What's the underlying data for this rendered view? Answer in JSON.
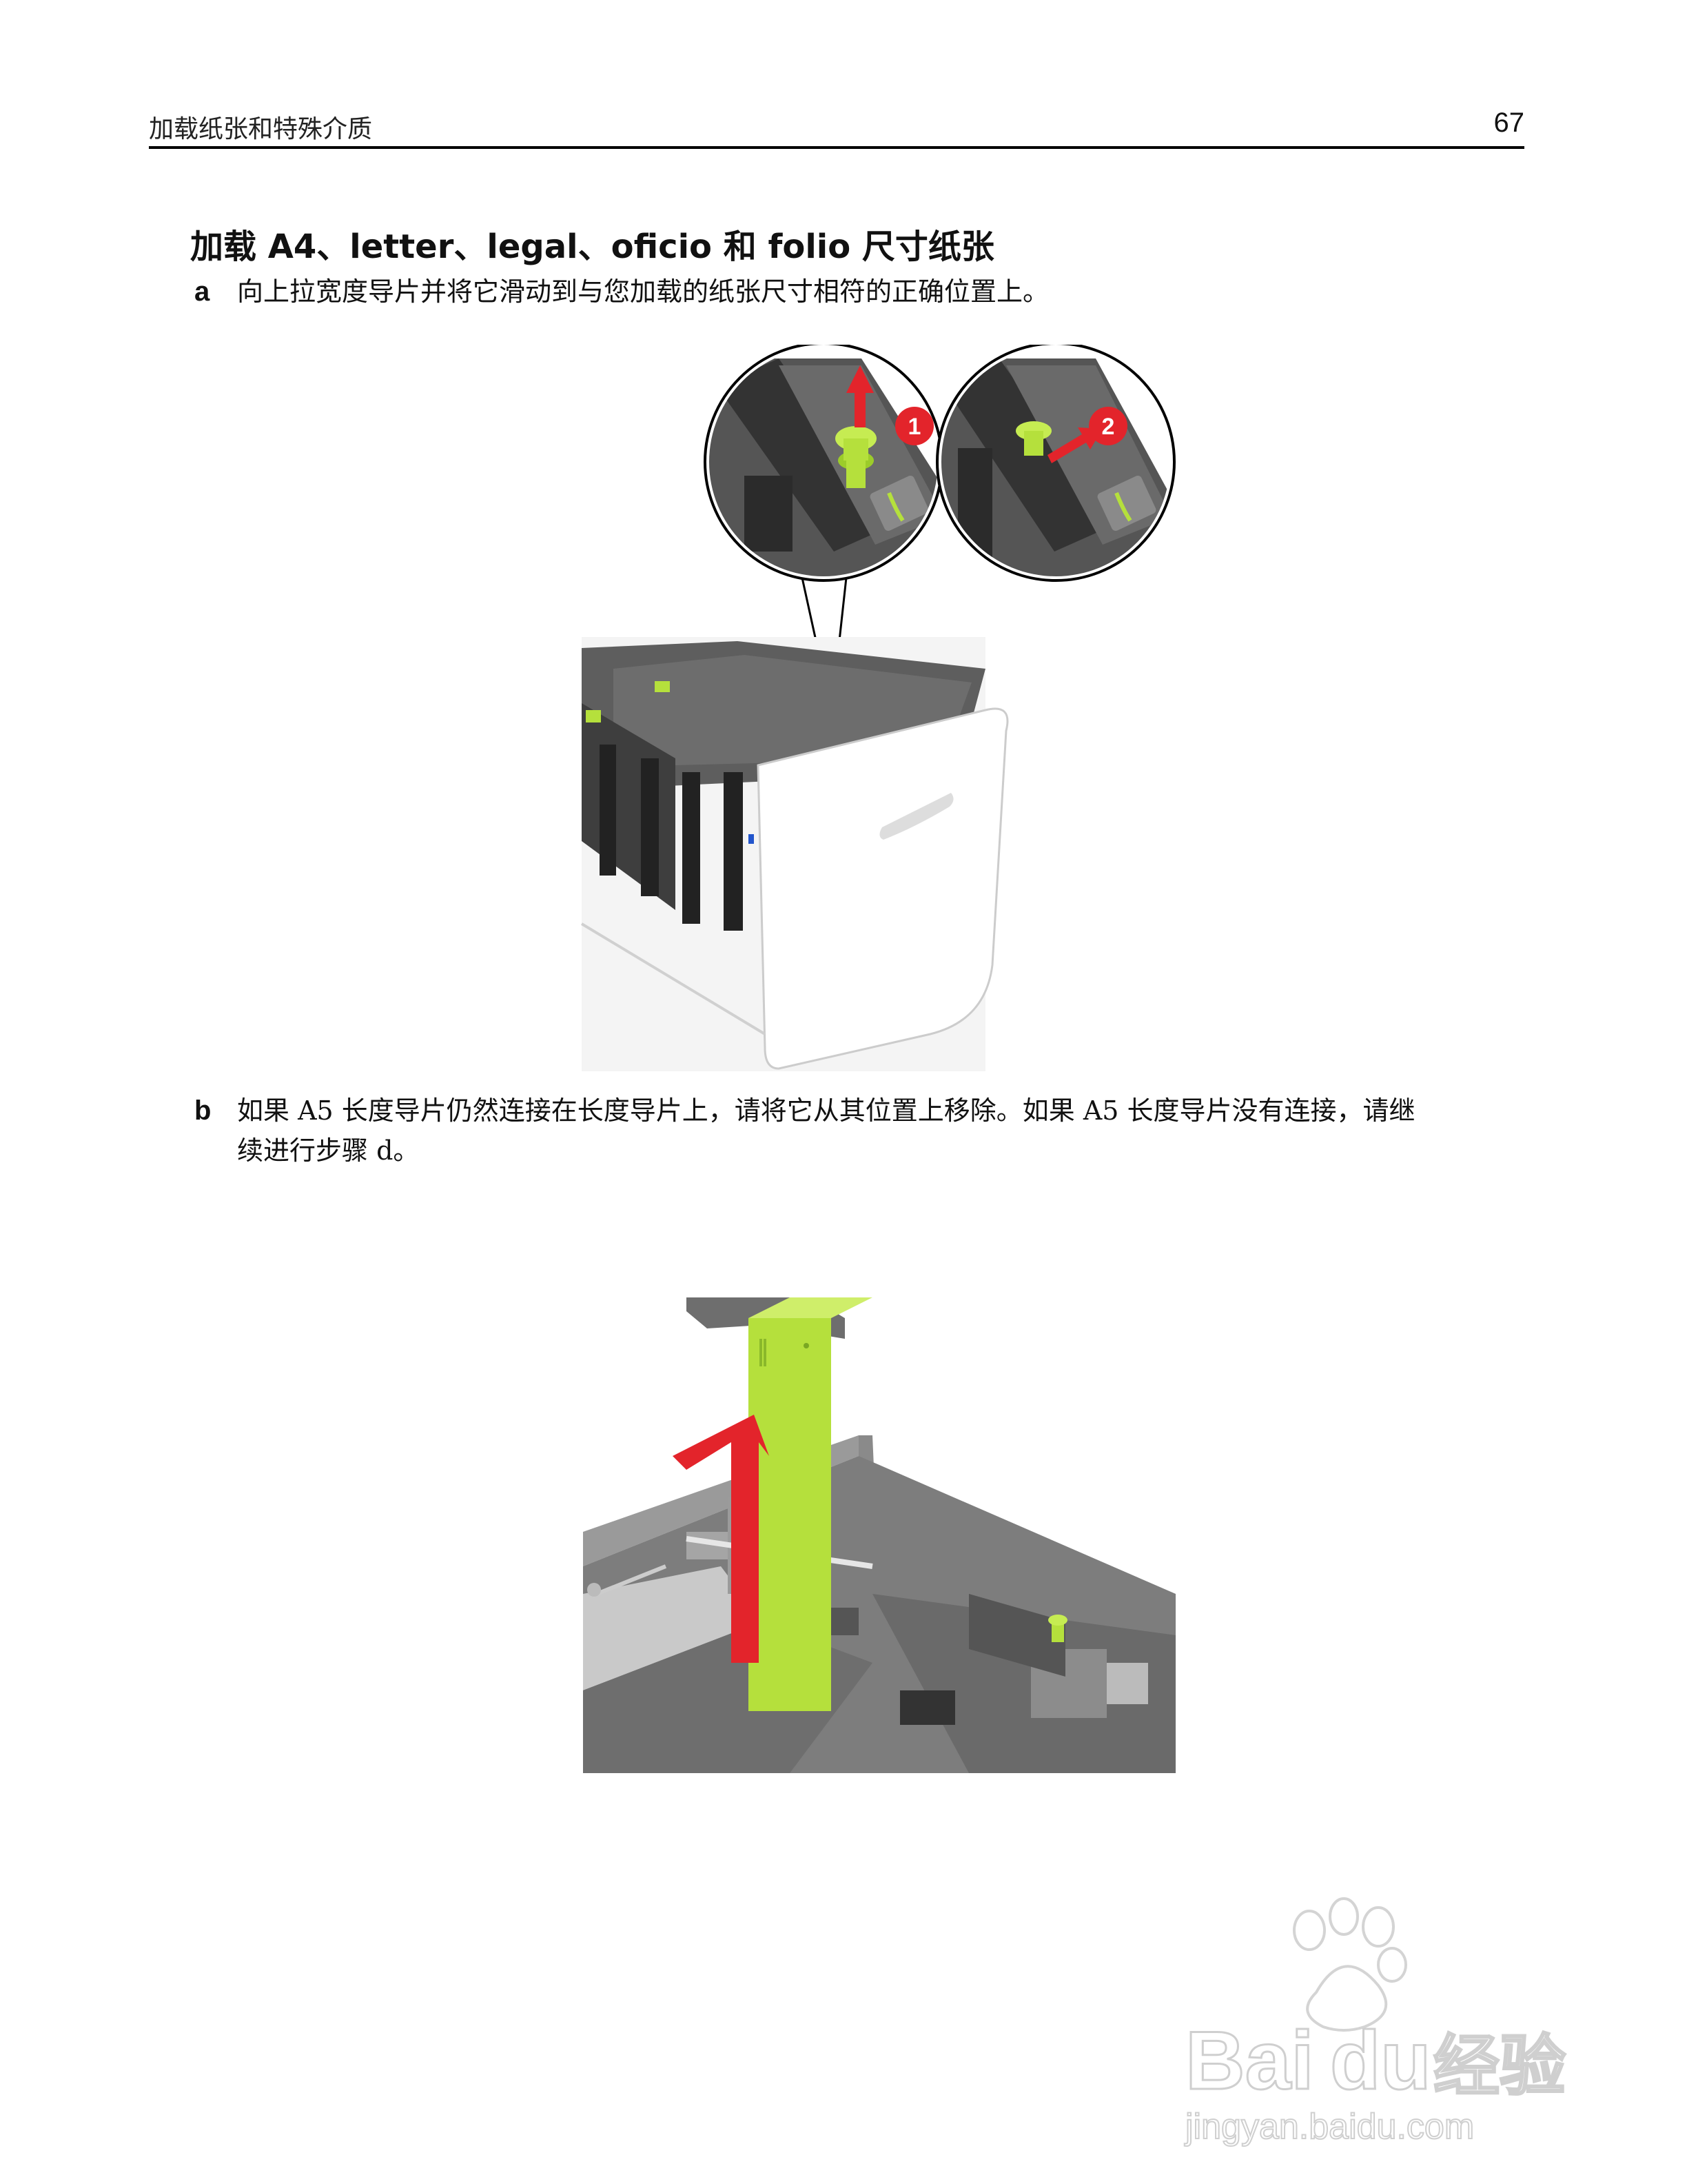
{
  "header": {
    "chapter": "加载纸张和特殊介质",
    "page_number": "67"
  },
  "section": {
    "title": "加载 A4、letter、legal、oficio 和 folio 尺寸纸张"
  },
  "steps": [
    {
      "marker": "a",
      "text": "向上拉宽度导片并将它滑动到与您加载的纸张尺寸相符的正确位置上。"
    },
    {
      "marker": "b",
      "line1": "如果 A5 长度导片仍然连接在长度导片上，请将它从其位置上移除。如果 A5 长度导片没有连接，请继",
      "line2": "续进行步骤 d。"
    }
  ],
  "figure_a": {
    "callouts": [
      "1",
      "2"
    ]
  },
  "watermark": {
    "brand": "Bai",
    "brand_tail": "du",
    "cn": "经验",
    "url": "jingyan.baidu.com"
  },
  "colors": {
    "accent_green": "#b5e03c",
    "arrow_red": "#e3242b",
    "tray_gray": "#7a7a7a"
  }
}
